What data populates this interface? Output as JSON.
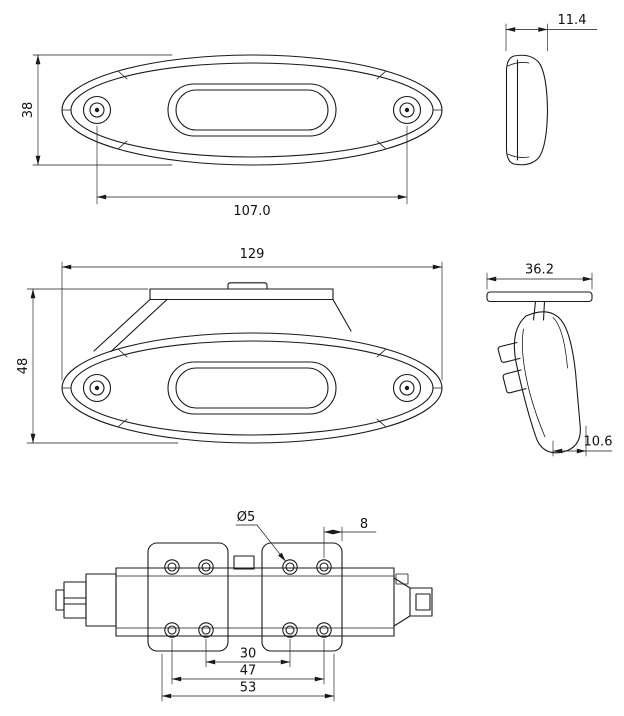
{
  "drawing": {
    "background": "#ffffff",
    "line_color": "#1a1a1a",
    "views": {
      "top": {
        "dims": {
          "body_height": "38",
          "hole_spacing": "107.0"
        }
      },
      "end_profile": {
        "dims": {
          "thickness": "11.4"
        }
      },
      "front": {
        "dims": {
          "overall_length": "129",
          "overall_height": "48"
        }
      },
      "side": {
        "dims": {
          "bracket_width": "36.2",
          "base_depth": "10.6"
        }
      },
      "bottom": {
        "dims": {
          "hole_diameter": "Ø5",
          "hole_edge_offset": "8",
          "inner_hole_spacing": "30",
          "outer_hole_spacing": "47",
          "overall_mount_width": "53"
        }
      }
    }
  }
}
